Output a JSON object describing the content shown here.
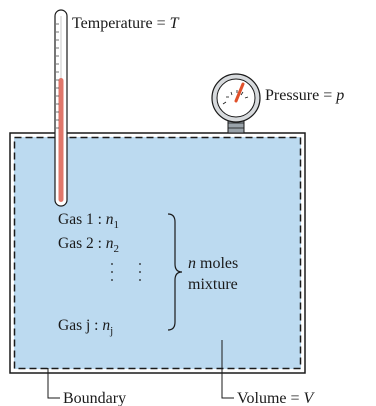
{
  "labels": {
    "temperature": {
      "text": "Temperature = ",
      "var": "T"
    },
    "pressure": {
      "text": "Pressure = ",
      "var": "p"
    },
    "boundary": "Boundary",
    "volume": {
      "text": "Volume = ",
      "var": "V"
    },
    "mixture_line1": {
      "var": "n",
      "text": " moles"
    },
    "mixture_line2": "mixture"
  },
  "gases": [
    {
      "name": "Gas 1 : ",
      "var": "n",
      "sub": "1"
    },
    {
      "name": "Gas 2 : ",
      "var": "n",
      "sub": "2"
    },
    {
      "name": "Gas j : ",
      "var": "n",
      "sub": "j"
    }
  ],
  "colors": {
    "fluid": "#bcdaf0",
    "mercury": "#e0766a",
    "gauge_needle": "#e0502a",
    "outline": "#1a1a1a"
  }
}
